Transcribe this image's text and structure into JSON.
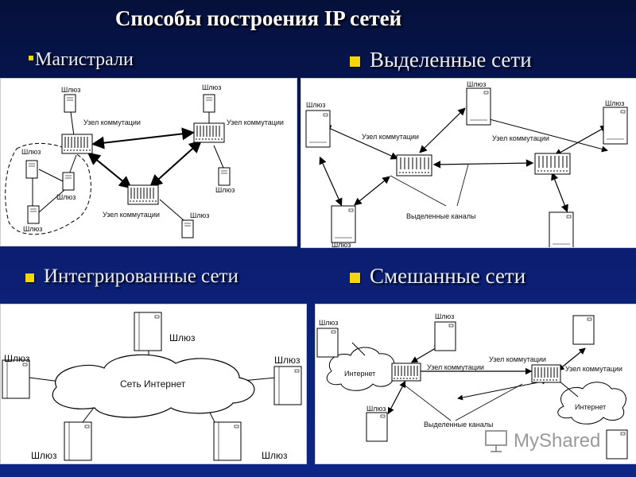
{
  "title": "Способы построения IP сетей",
  "headings": {
    "backbone": "Магистрали",
    "dedicated": "Выделенные сети",
    "integrated": "Интегрированные сети",
    "mixed": "Смешанные сети"
  },
  "labels": {
    "gateway": "Шлюз",
    "switch_node": "Узел коммутации",
    "dedicated_channels": "Выделенные каналы",
    "internet": "Интернет",
    "internet_network": "Сеть Интернет"
  },
  "watermark": "MyShared",
  "colors": {
    "bullet": "#f5d60a",
    "background": "#0b1d6e",
    "panel": "#ffffff"
  }
}
